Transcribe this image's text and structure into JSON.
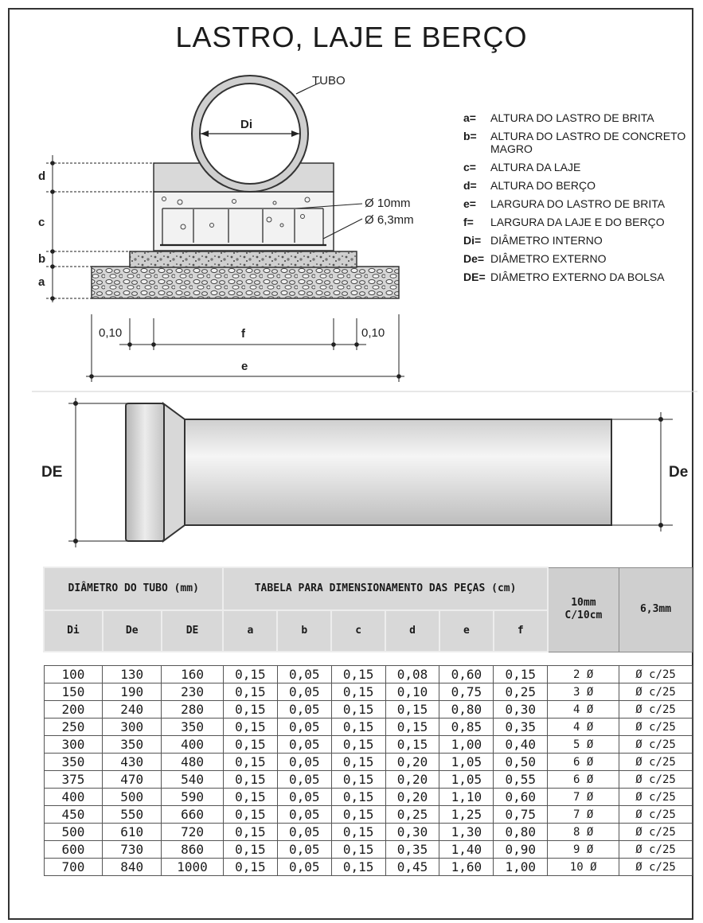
{
  "title": "LASTRO, LAJE E BERÇO",
  "labels": {
    "tubo": "TUBO",
    "di": "Di",
    "d": "d",
    "c": "c",
    "b": "b",
    "a": "a",
    "bar_10": "Ø 10mm",
    "bar_63": "Ø 6,3mm",
    "offset_left": "0,10",
    "offset_right": "0,10",
    "f": "f",
    "e": "e",
    "DE": "DE",
    "De": "De"
  },
  "legend": [
    {
      "key": "a=",
      "text": "ALTURA DO LASTRO DE BRITA"
    },
    {
      "key": "b=",
      "text": "ALTURA DO LASTRO DE CONCRETO MAGRO"
    },
    {
      "key": "c=",
      "text": "ALTURA DA LAJE"
    },
    {
      "key": "d=",
      "text": "ALTURA DO BERÇO"
    },
    {
      "key": "e=",
      "text": "LARGURA DO LASTRO DE BRITA"
    },
    {
      "key": "f=",
      "text": "LARGURA DA LAJE E DO BERÇO"
    },
    {
      "key": "Di=",
      "text": "DIÂMETRO INTERNO"
    },
    {
      "key": "De=",
      "text": "DIÂMETRO EXTERNO"
    },
    {
      "key": "DE=",
      "text": "DIÂMETRO EXTERNO DA BOLSA"
    }
  ],
  "table": {
    "group1": "DIÂMETRO DO TUBO (mm)",
    "group2": "TABELA PARA DIMENSIONAMENTO DAS PEÇAS (cm)",
    "col_10": "10mm C/10cm",
    "col_63": "6,3mm",
    "cols": [
      "Di",
      "De",
      "DE",
      "a",
      "b",
      "c",
      "d",
      "e",
      "f"
    ],
    "rows": [
      [
        "100",
        "130",
        "160",
        "0,15",
        "0,05",
        "0,15",
        "0,08",
        "0,60",
        "0,15",
        "2 Ø",
        "Ø c/25"
      ],
      [
        "150",
        "190",
        "230",
        "0,15",
        "0,05",
        "0,15",
        "0,10",
        "0,75",
        "0,25",
        "3 Ø",
        "Ø c/25"
      ],
      [
        "200",
        "240",
        "280",
        "0,15",
        "0,05",
        "0,15",
        "0,15",
        "0,80",
        "0,30",
        "4 Ø",
        "Ø c/25"
      ],
      [
        "250",
        "300",
        "350",
        "0,15",
        "0,05",
        "0,15",
        "0,15",
        "0,85",
        "0,35",
        "4 Ø",
        "Ø c/25"
      ],
      [
        "300",
        "350",
        "400",
        "0,15",
        "0,05",
        "0,15",
        "0,15",
        "1,00",
        "0,40",
        "5 Ø",
        "Ø c/25"
      ],
      [
        "350",
        "430",
        "480",
        "0,15",
        "0,05",
        "0,15",
        "0,20",
        "1,05",
        "0,50",
        "6 Ø",
        "Ø c/25"
      ],
      [
        "375",
        "470",
        "540",
        "0,15",
        "0,05",
        "0,15",
        "0,20",
        "1,05",
        "0,55",
        "6 Ø",
        "Ø c/25"
      ],
      [
        "400",
        "500",
        "590",
        "0,15",
        "0,05",
        "0,15",
        "0,20",
        "1,10",
        "0,60",
        "7 Ø",
        "Ø c/25"
      ],
      [
        "450",
        "550",
        "660",
        "0,15",
        "0,05",
        "0,15",
        "0,25",
        "1,25",
        "0,75",
        "7 Ø",
        "Ø c/25"
      ],
      [
        "500",
        "610",
        "720",
        "0,15",
        "0,05",
        "0,15",
        "0,30",
        "1,30",
        "0,80",
        "8 Ø",
        "Ø c/25"
      ],
      [
        "600",
        "730",
        "860",
        "0,15",
        "0,05",
        "0,15",
        "0,35",
        "1,40",
        "0,90",
        "9 Ø",
        "Ø c/25"
      ],
      [
        "700",
        "840",
        "1000",
        "0,15",
        "0,05",
        "0,15",
        "0,45",
        "1,60",
        "1,00",
        "10 Ø",
        "Ø c/25"
      ]
    ]
  }
}
